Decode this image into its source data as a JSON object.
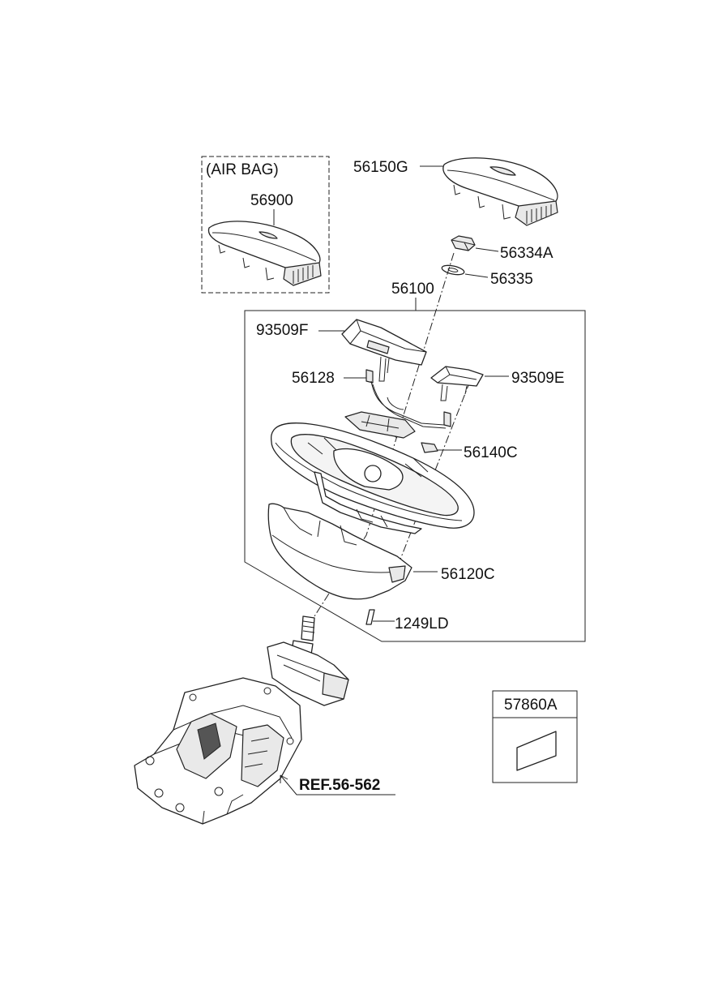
{
  "labels": {
    "air_bag_box_title": "(AIR BAG)",
    "airbag_part": "56900",
    "horn_pad": "56150G",
    "nut": "56334A",
    "washer": "56335",
    "steering_wheel_assy": "56100",
    "remote_switch_left": "93509F",
    "wiring": "56128",
    "remote_switch_right": "93509E",
    "horn_contact": "56140C",
    "lower_cover": "56120C",
    "screw": "1249LD",
    "column_ref": "REF.56-562",
    "label_part": "57860A"
  }
}
